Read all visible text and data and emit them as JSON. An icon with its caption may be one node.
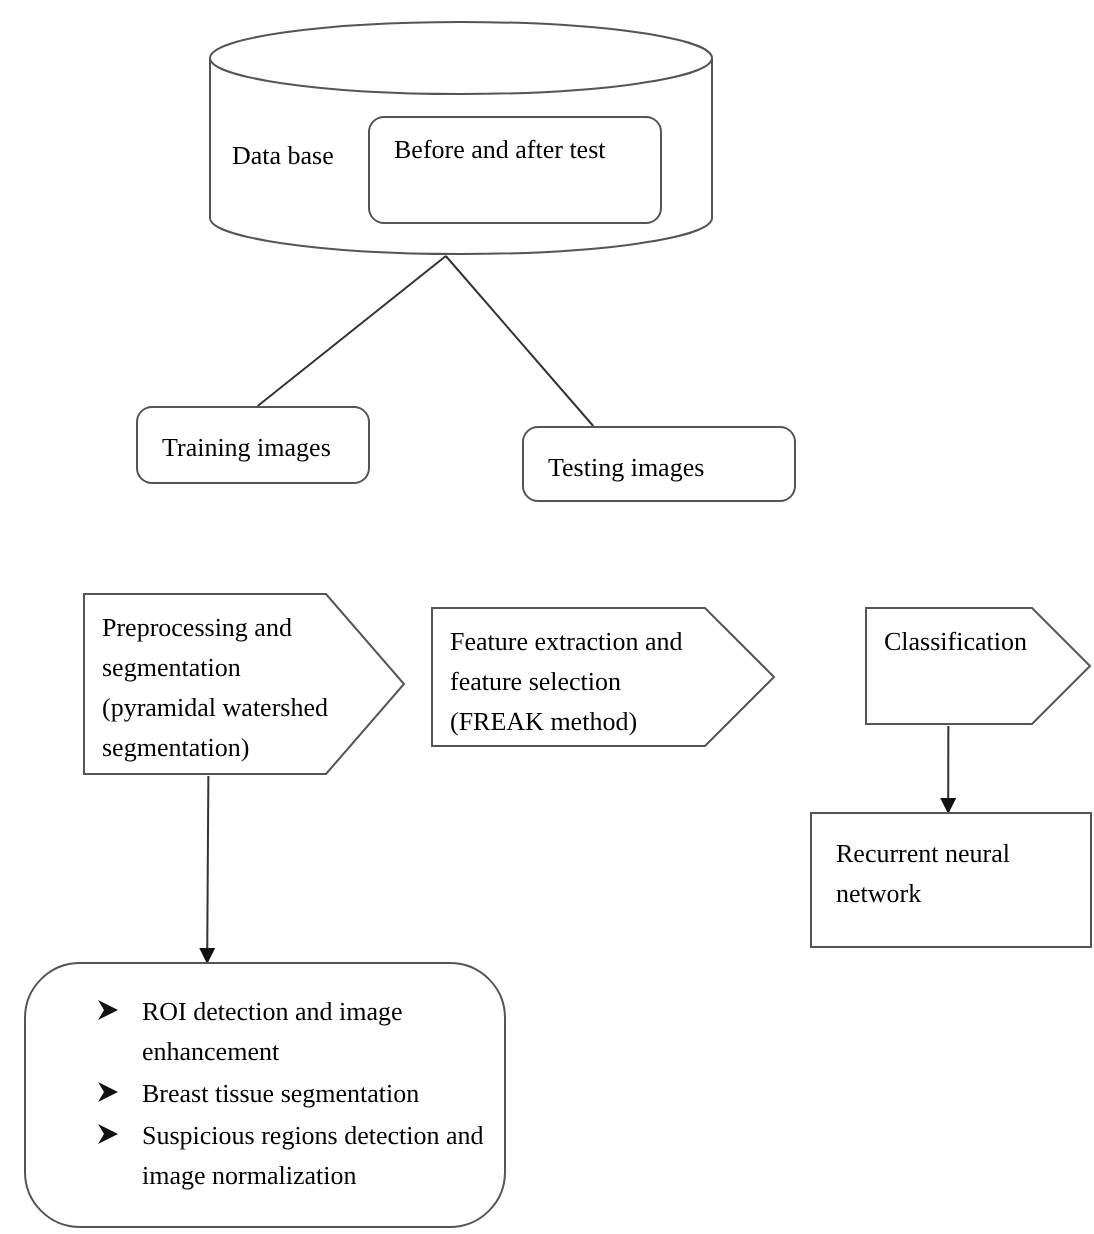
{
  "diagram": {
    "nodes": [
      {
        "text": [
          "Data base"
        ]
      },
      {
        "text": [
          "Before and after test"
        ],
        "in": 0
      },
      {
        "text": [
          "Training images"
        ]
      },
      {
        "text": [
          "Testing images"
        ]
      },
      {
        "text": [
          "Preprocessing and segmentation (pyramidal watershed segmentation)"
        ]
      },
      {
        "text": [
          "Feature extraction and feature selection (FREAK method)"
        ]
      },
      {
        "text": [
          "Classification"
        ]
      },
      {
        "text": [
          "Recurrent neural network"
        ]
      },
      {
        "text": [
          "ROI detection and image enhancement",
          "Breast tissue segmentation",
          "Suspicious regions detection and image normalization"
        ]
      }
    ],
    "edges": [
      {
        "from": 0,
        "to": 2,
        "arrow": "none"
      },
      {
        "from": 0,
        "to": 3,
        "arrow": "none"
      },
      {
        "from": 4,
        "to": 8,
        "arrow": "to"
      },
      {
        "from": 6,
        "to": 7,
        "arrow": "to"
      }
    ]
  }
}
